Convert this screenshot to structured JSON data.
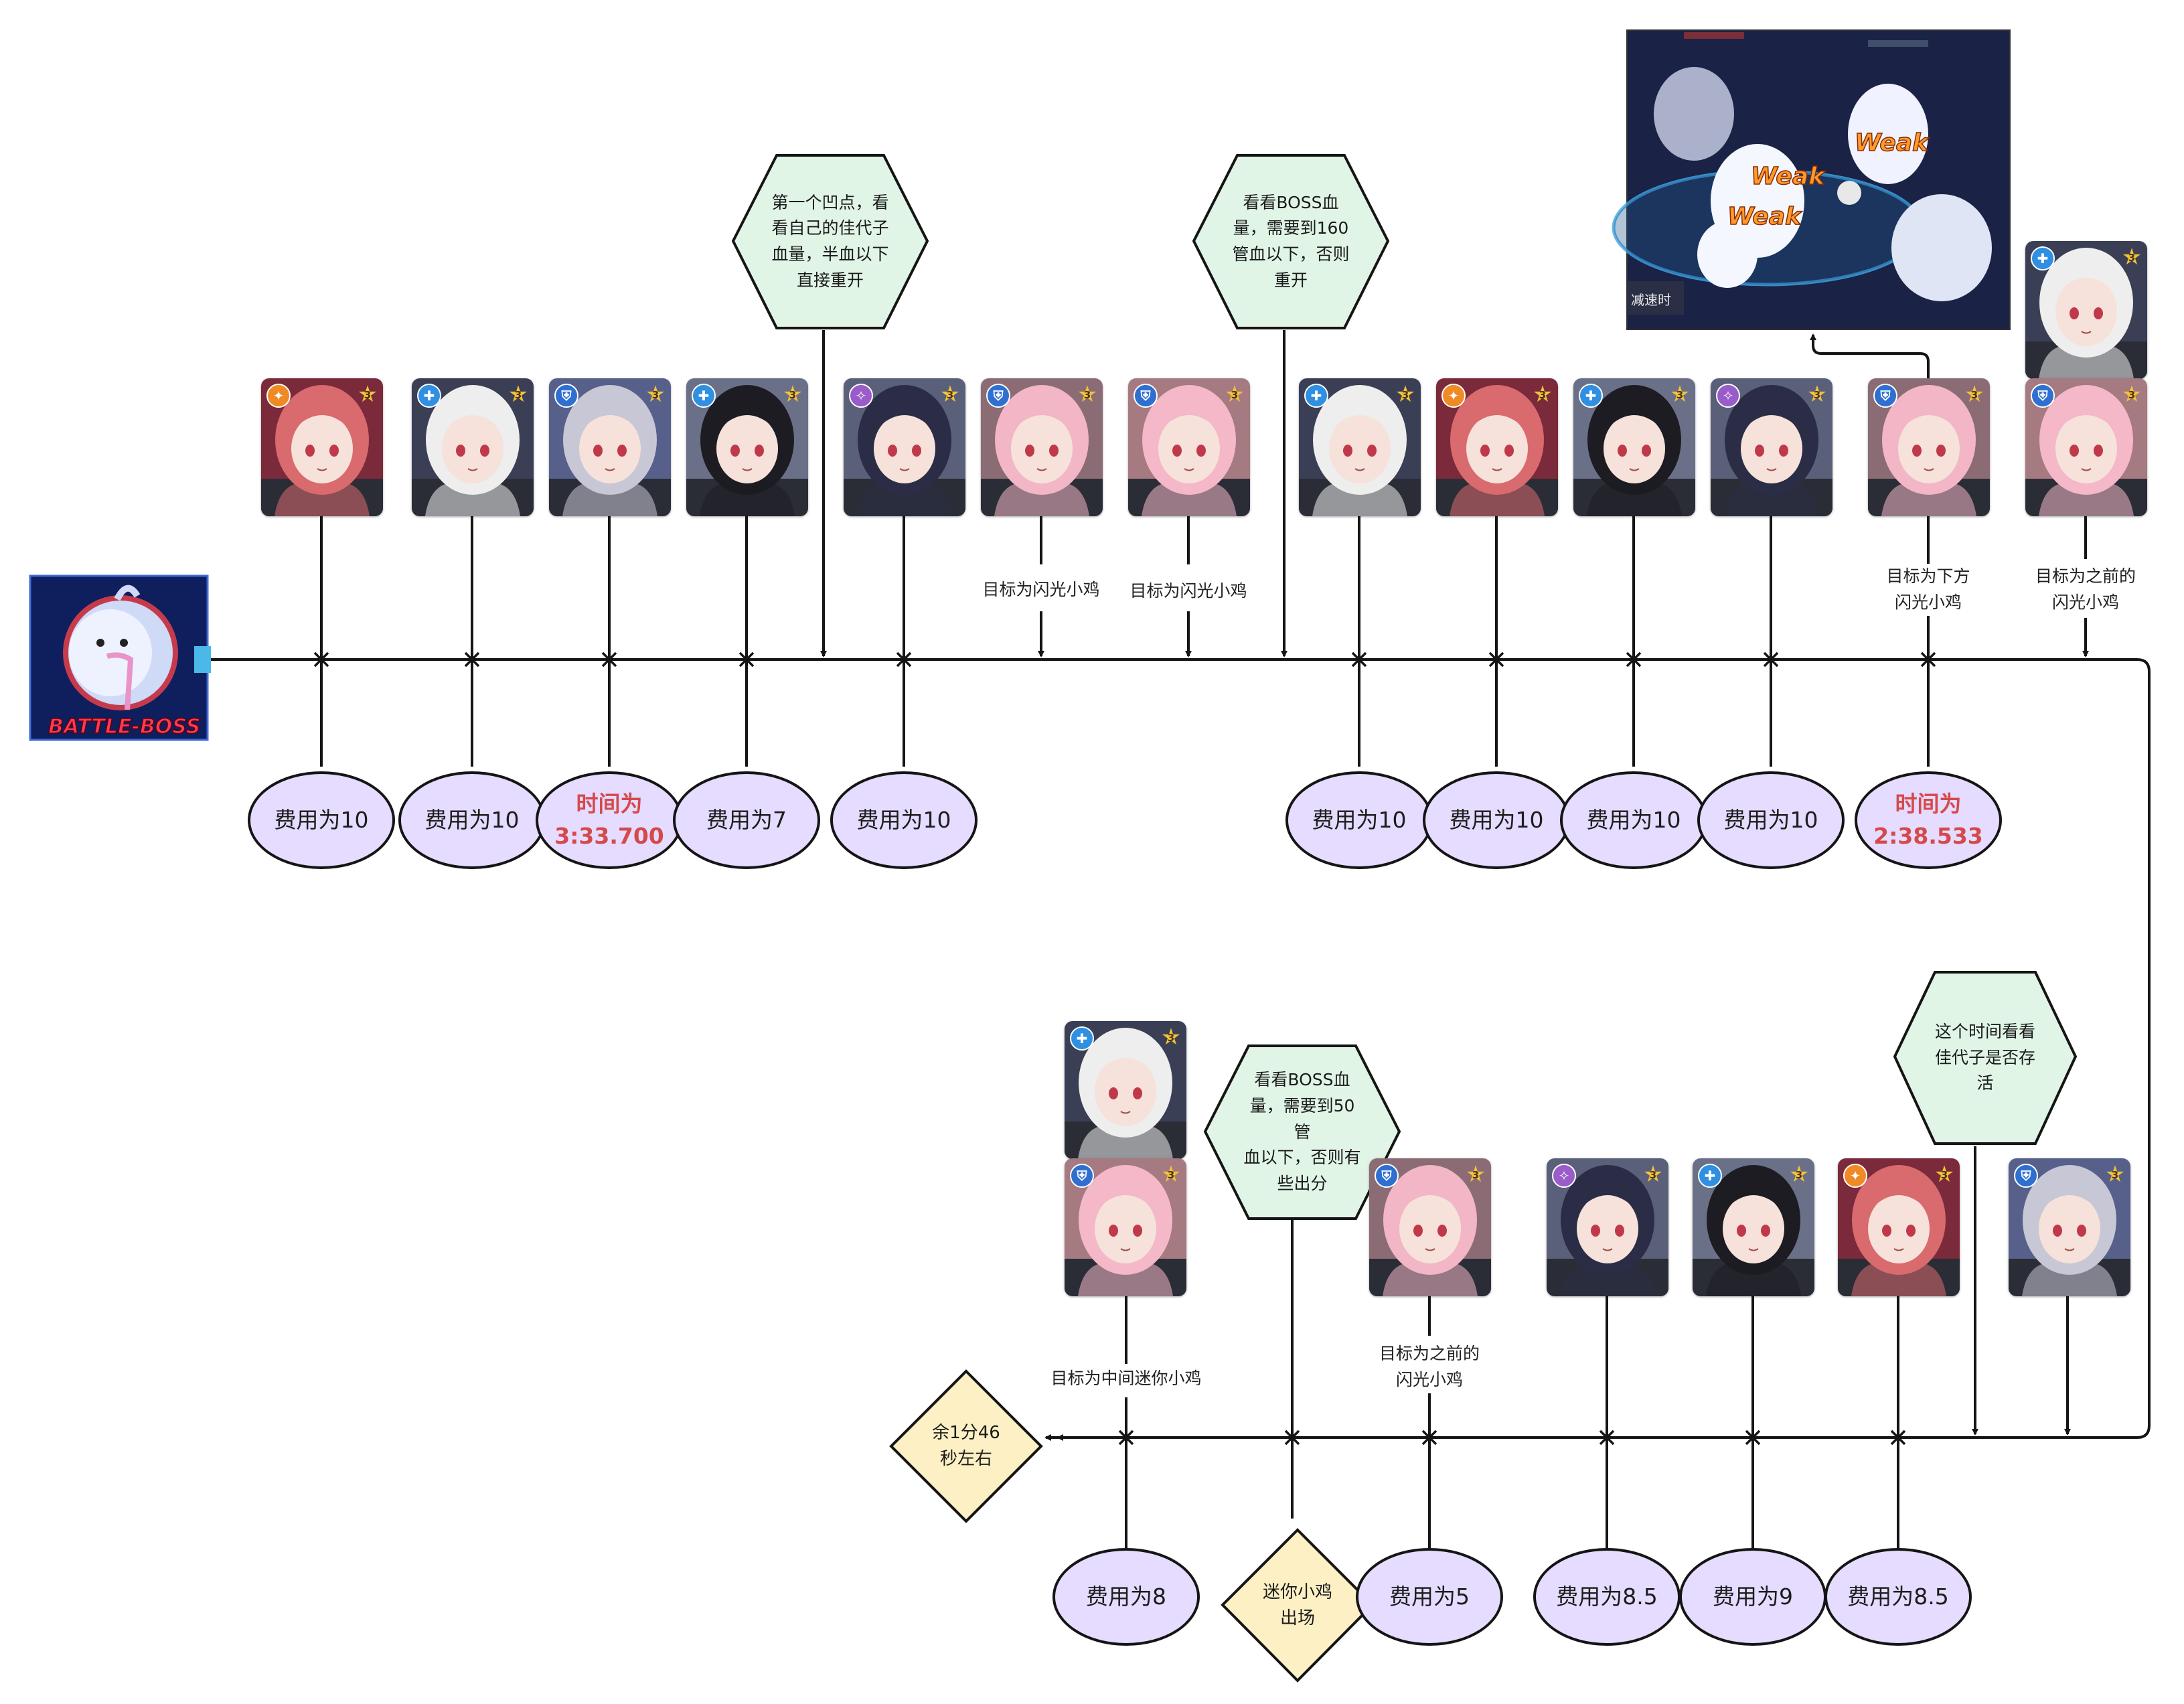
{
  "boss_logo": {
    "text": "BATTLE-BOSS"
  },
  "battle_screenshot": {
    "weak_labels": [
      "Weak",
      "Weak",
      "Weak"
    ],
    "corner_text": "减速时"
  },
  "colors": {
    "cost_fill": "#e5dcff",
    "note_fill": "#e1f5e7",
    "diamond_fill": "#fdf0c5",
    "time_red": "#d5494b",
    "line": "#151515",
    "role_striker": "#f08a24",
    "role_special": "#2f8fe0",
    "role_tank": "#2f6fd0",
    "role_mystic": "#9a5cc8"
  },
  "top_notes": [
    {
      "text": "第一个凹点，看\n看自己的佳代子\n血量，半血以下\n直接重开"
    },
    {
      "text": "看看BOSS血\n量，需要到160\n管血以下，否则\n重开"
    }
  ],
  "bottom_notes": [
    {
      "text": "看看BOSS血\n量，需要到50管\n血以下，否则有\n些出分"
    },
    {
      "text": "这个时间看看\n佳代子是否存\n活"
    }
  ],
  "top_target_labels": [
    {
      "text": "目标为闪光小鸡"
    },
    {
      "text": "目标为闪光小鸡"
    },
    {
      "text": "目标为下方\n闪光小鸡"
    },
    {
      "text": "目标为之前的\n闪光小鸡"
    }
  ],
  "bottom_target_labels": [
    {
      "text": "目标为中间迷你小鸡"
    },
    {
      "text": "目标为之前的\n闪光小鸡"
    }
  ],
  "top_costs": [
    "费用为10",
    "费用为10",
    "费用为7",
    "费用为10",
    "费用为10",
    "费用为10",
    "费用为10",
    "费用为10"
  ],
  "top_times": [
    {
      "label": "时间为",
      "value": "3:33.700"
    },
    {
      "label": "时间为",
      "value": "2:38.533"
    }
  ],
  "bottom_costs": [
    "费用为8",
    "费用为5",
    "费用为8.5",
    "费用为9",
    "费用为8.5"
  ],
  "diamonds": [
    {
      "text": "余1分46\n秒左右"
    },
    {
      "text": "迷你小鸡\n出场"
    }
  ],
  "cards": [
    {
      "name": "pink-red-student-card",
      "role": "striker",
      "stars": "3",
      "hair": "#d96a6e",
      "bg": "#7a2a3a"
    },
    {
      "name": "white-black-student-card",
      "role": "special",
      "stars": "3",
      "hair": "#eeeeee",
      "bg": "#3a3f55"
    },
    {
      "name": "silver-tank-student-card",
      "role": "tank",
      "stars": "3",
      "hair": "#c7c7d6",
      "bg": "#56608a"
    },
    {
      "name": "black-long-hair-student-card",
      "role": "special",
      "stars": "3",
      "hair": "#1c1c22",
      "bg": "#6a7088"
    },
    {
      "name": "dark-bun-student-card",
      "role": "mystic",
      "stars": "3",
      "hair": "#2a2d45",
      "bg": "#5a5f7a"
    },
    {
      "name": "pink-tank-duo-card-1",
      "role": "tank",
      "stars": "3",
      "hair": "#f2b6c6",
      "bg": "#8b6c74"
    },
    {
      "name": "pink-tank-student-card-1",
      "role": "tank",
      "stars": "3",
      "hair": "#f4b8c8",
      "bg": "#a57a80"
    },
    {
      "name": "white-black-student-card",
      "role": "special",
      "stars": "3",
      "hair": "#eeeeee",
      "bg": "#3a3f55"
    },
    {
      "name": "pink-red-student-card",
      "role": "striker",
      "stars": "3",
      "hair": "#d96a6e",
      "bg": "#7a2a3a"
    },
    {
      "name": "black-long-hair-student-card",
      "role": "special",
      "stars": "3",
      "hair": "#1c1c22",
      "bg": "#6a7088"
    },
    {
      "name": "dark-bun-student-card",
      "role": "mystic",
      "stars": "3",
      "hair": "#2a2d45",
      "bg": "#5a5f7a"
    },
    {
      "name": "pink-tank-duo-card-2",
      "role": "tank",
      "stars": "3",
      "hair": "#f2b6c6",
      "bg": "#8b6c74"
    },
    {
      "name": "white-black-student-card",
      "role": "special",
      "stars": "3",
      "hair": "#eeeeee",
      "bg": "#3a3f55"
    },
    {
      "name": "pink-tank-student-card-2",
      "role": "tank",
      "stars": "3",
      "hair": "#f4b8c8",
      "bg": "#a57a80"
    },
    {
      "name": "white-black-student-card",
      "role": "special",
      "stars": "3",
      "hair": "#eeeeee",
      "bg": "#3a3f55"
    },
    {
      "name": "pink-tank-student-card-3",
      "role": "tank",
      "stars": "3",
      "hair": "#f4b8c8",
      "bg": "#a57a80"
    },
    {
      "name": "pink-tank-duo-card-3",
      "role": "tank",
      "stars": "3",
      "hair": "#f2b6c6",
      "bg": "#8b6c74"
    },
    {
      "name": "dark-bun-student-card",
      "role": "mystic",
      "stars": "3",
      "hair": "#2a2d45",
      "bg": "#5a5f7a"
    },
    {
      "name": "black-long-hair-student-card",
      "role": "special",
      "stars": "3",
      "hair": "#1c1c22",
      "bg": "#6a7088"
    },
    {
      "name": "pink-red-student-card",
      "role": "striker",
      "stars": "3",
      "hair": "#d96a6e",
      "bg": "#7a2a3a"
    },
    {
      "name": "silver-tank-student-card",
      "role": "tank",
      "stars": "3",
      "hair": "#c7c7d6",
      "bg": "#56608a"
    }
  ]
}
